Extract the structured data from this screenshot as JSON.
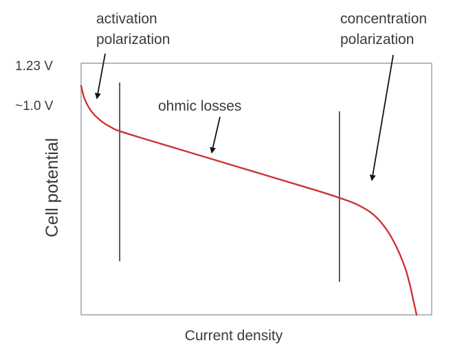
{
  "chart_data": {
    "type": "line",
    "title": "",
    "xlabel": "Current density",
    "ylabel": "Cell potential",
    "ytick_labels": [
      "1.23 V",
      "~1.0 V"
    ],
    "grid": false,
    "legend": "none",
    "series": [
      {
        "color": "#cc3333",
        "x": [
          0,
          0.01,
          0.03,
          0.06,
          0.09,
          0.115,
          0.2,
          0.3,
          0.4,
          0.5,
          0.6,
          0.7,
          0.77,
          0.82,
          0.87,
          0.91,
          0.94,
          0.965,
          0.98,
          0.99,
          1.0
        ],
        "y": [
          0.91,
          0.86,
          0.81,
          0.77,
          0.745,
          0.73,
          0.695,
          0.655,
          0.615,
          0.575,
          0.535,
          0.495,
          0.465,
          0.44,
          0.4,
          0.34,
          0.27,
          0.19,
          0.12,
          0.06,
          0.0
        ]
      }
    ],
    "region_dividers_x": [
      0.115,
      0.77
    ],
    "annotations": [
      {
        "text_lines": [
          "activation",
          "polarization"
        ]
      },
      {
        "text_lines": [
          "ohmic losses"
        ]
      },
      {
        "text_lines": [
          "concentration",
          "polarization"
        ]
      }
    ],
    "colors": {
      "curve": "#cc3333",
      "frame": "#888888",
      "divider": "#333333",
      "arrow": "#111111",
      "text": "#3a3a3a"
    }
  }
}
